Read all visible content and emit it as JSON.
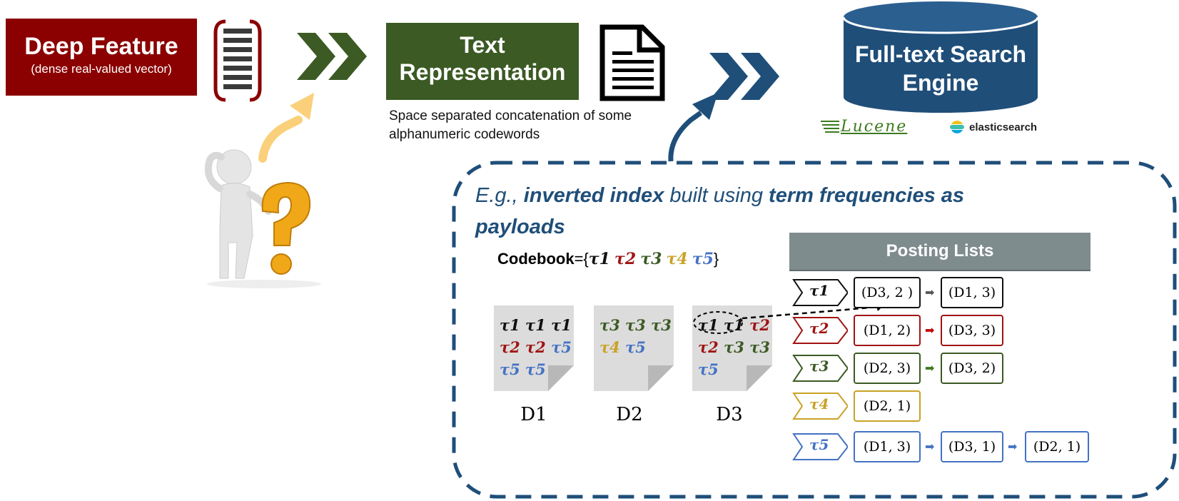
{
  "deep_feature": {
    "title": "Deep Feature",
    "subtitle": "(dense real-valued vector)"
  },
  "text_representation": {
    "title_line1": "Text",
    "title_line2": "Representation",
    "caption_line1": "Space separated concatenation of some",
    "caption_line2": "alphanumeric codewords"
  },
  "search_engine": {
    "title_line1": "Full-text Search",
    "title_line2": "Engine",
    "logo_lucene": "Lucene",
    "logo_elasticsearch": "elasticsearch"
  },
  "example": {
    "line1_prefix": "E.g., ",
    "line1_bold1": "inverted index",
    "line1_mid": " built using ",
    "line1_bold2": "term frequencies as",
    "line2_bold": "payloads"
  },
  "codebook": {
    "label": "Codebook",
    "equals": "={",
    "close": "}",
    "terms": [
      "τ1",
      "τ2",
      "τ3",
      "τ4",
      "τ5"
    ]
  },
  "documents": [
    {
      "name": "D1",
      "lines": [
        [
          "τ1 τ1 τ1"
        ],
        [
          "τ2 τ2 ",
          "τ5"
        ],
        [
          "τ5 τ5"
        ]
      ]
    },
    {
      "name": "D2",
      "lines": [
        [
          "τ3 τ3 τ3"
        ],
        [
          "τ4 ",
          "τ5"
        ]
      ]
    },
    {
      "name": "D3",
      "lines": [
        [
          "τ1 τ1 ",
          "τ2"
        ],
        [
          "τ2 ",
          "τ3 τ3"
        ],
        [
          "τ5"
        ]
      ]
    }
  ],
  "posting_lists": {
    "header": "Posting Lists",
    "rows": [
      {
        "term": "τ1",
        "postings": [
          "(D3, 2 )",
          "(D1, 3)"
        ]
      },
      {
        "term": "τ2",
        "postings": [
          "(D1, 2)",
          "(D3, 3)"
        ]
      },
      {
        "term": "τ3",
        "postings": [
          "(D2, 3)",
          "(D3, 2)"
        ]
      },
      {
        "term": "τ4",
        "postings": [
          "(D2, 1)"
        ]
      },
      {
        "term": "τ5",
        "postings": [
          "(D1, 3)",
          "(D3, 1)",
          "(D2, 1)"
        ]
      }
    ]
  },
  "colors": {
    "dark_red": "#8b0000",
    "dark_green": "#3c5a24",
    "navy": "#1f4e79",
    "gold": "#c9a227",
    "blue": "#4472c4",
    "gray_header": "#7f8c8d"
  }
}
